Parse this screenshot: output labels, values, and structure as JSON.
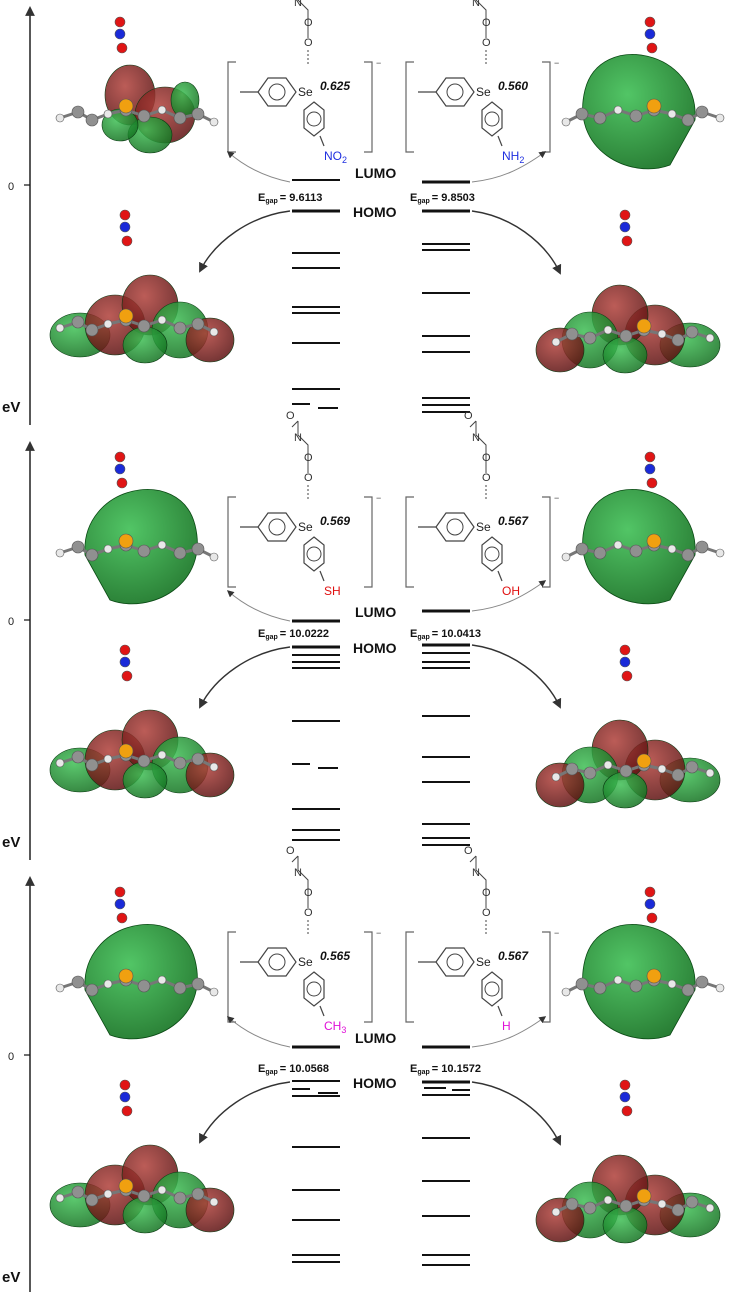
{
  "axis": {
    "zero_label": "0",
    "unit_label": "eV"
  },
  "level_labels": {
    "lumo": "LUMO",
    "homo": "HOMO"
  },
  "gap_prefix": "E",
  "gap_subscript": "gap",
  "structure_labels": {
    "selenium": "Se",
    "charge": "−"
  },
  "panels": [
    {
      "left": {
        "substituent_main": "NO",
        "substituent_sub": "2",
        "substituent_color": "#1f2fe0",
        "charge": "0.625",
        "gap": "= 9.6113"
      },
      "right": {
        "substituent_main": "NH",
        "substituent_sub": "2",
        "substituent_color": "#1f2fe0",
        "charge": "0.560",
        "gap": "= 9.8503"
      }
    },
    {
      "left": {
        "substituent_main": "SH",
        "substituent_sub": "",
        "substituent_color": "#e01010",
        "charge": "0.569",
        "gap": "= 10.0222"
      },
      "right": {
        "substituent_main": "OH",
        "substituent_sub": "",
        "substituent_color": "#e01010",
        "charge": "0.567",
        "gap": "= 10.0413"
      }
    },
    {
      "left": {
        "substituent_main": "CH",
        "substituent_sub": "3",
        "substituent_color": "#e010d8",
        "charge": "0.565",
        "gap": "= 10.0568"
      },
      "right": {
        "substituent_main": "H",
        "substituent_sub": "",
        "substituent_color": "#e010d8",
        "charge": "0.567",
        "gap": "= 10.1572"
      }
    }
  ],
  "colors": {
    "orbital_positive": "#1d8a2e",
    "orbital_negative": "#7a1a1a",
    "selenium_atom": "#f0a010",
    "oxygen_atom": "#e01515",
    "nitrogen_atom": "#1a2ad8",
    "carbon_atom": "#909090",
    "hydrogen_atom": "#e8e8e8"
  }
}
